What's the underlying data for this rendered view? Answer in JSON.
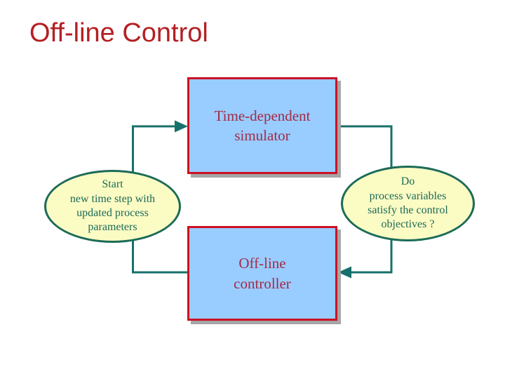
{
  "title": "Off-line Control",
  "nodes": {
    "simulator": {
      "line1": "Time-dependent",
      "line2": "simulator"
    },
    "controller": {
      "line1": "Off-line",
      "line2": "controller"
    },
    "start": {
      "line1": "Start",
      "line2": "new time step with",
      "line3": "updated process",
      "line4": "parameters"
    },
    "check": {
      "line1": "Do",
      "line2": "process variables",
      "line3": "satisfy the control",
      "line4": "objectives ?"
    }
  },
  "colors": {
    "background": "#FFFFFF",
    "title_text": "#B41F23",
    "box_fill": "#99CCFF",
    "box_border": "#CC1122",
    "box_text": "#A32B47",
    "box_shadow": "#A6A6A6",
    "ellipse_fill": "#FBFBC4",
    "ellipse_border": "#1C6B58",
    "ellipse_text": "#1C6B58",
    "connector": "#17706A"
  }
}
